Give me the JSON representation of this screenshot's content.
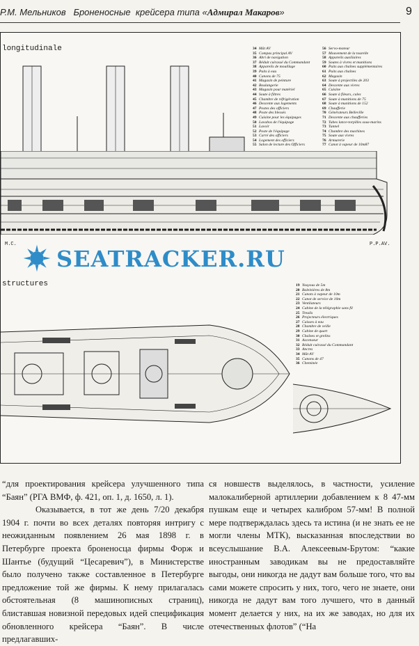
{
  "header": {
    "author_title": "Р.М. Мельников   Броненосные  крейсера типа «",
    "ship_name": "Адмирал Макаров",
    "close_quote": "»",
    "page_number": "9"
  },
  "figure": {
    "section1_label": "longitudinale",
    "section2_label": "structures",
    "ms_label": "M.C.",
    "bow_label": "P.P.AV.",
    "legend_profile_left": [
      {
        "n": "34",
        "t": "Mât AV"
      },
      {
        "n": "35",
        "t": "Compas principal AV"
      },
      {
        "n": "36",
        "t": "Abri de navigation"
      },
      {
        "n": "37",
        "t": "Réduit cuirassé du Commandant"
      },
      {
        "n": "38",
        "t": "Appareils de mouillage"
      },
      {
        "n": "39",
        "t": "Puits à eau"
      },
      {
        "n": "40",
        "t": "Canons de 75"
      },
      {
        "n": "41",
        "t": "Magasin de peinture"
      },
      {
        "n": "42",
        "t": "Boulangerie"
      },
      {
        "n": "43",
        "t": "Magasin pour matériel"
      },
      {
        "n": "44",
        "t": "Soute à filtres"
      },
      {
        "n": "45",
        "t": "Chambre de réfrigération"
      },
      {
        "n": "46",
        "t": "Descente aux logements"
      },
      {
        "n": "47",
        "t": "Postes des officiers"
      },
      {
        "n": "48",
        "t": "Poste des blessés"
      },
      {
        "n": "49",
        "t": "Cuisine pour les équipages"
      },
      {
        "n": "50",
        "t": "Lavabos de l'équipage"
      },
      {
        "n": "51",
        "t": "Lavoir"
      },
      {
        "n": "52",
        "t": "Poste de l'équipage"
      },
      {
        "n": "53",
        "t": "Carré des officiers"
      },
      {
        "n": "54",
        "t": "Logement des officiers"
      },
      {
        "n": "55",
        "t": "Salon de lecture des Officiers"
      }
    ],
    "legend_profile_right": [
      {
        "n": "56",
        "t": "Servo-moteur"
      },
      {
        "n": "57",
        "t": "Mouvement de la tourelle"
      },
      {
        "n": "58",
        "t": "Appareils auxiliaires"
      },
      {
        "n": "59",
        "t": "Soutes à vivres et munitions"
      },
      {
        "n": "60",
        "t": "Puits aux chaînes supplémentaires"
      },
      {
        "n": "61",
        "t": "Puits aux chaînes"
      },
      {
        "n": "62",
        "t": "Magasin"
      },
      {
        "n": "63",
        "t": "Soute à projectiles de 203"
      },
      {
        "n": "64",
        "t": "Descente aux vivres"
      },
      {
        "n": "65",
        "t": "Cuisine"
      },
      {
        "n": "66",
        "t": "Soute à fileurs, cales"
      },
      {
        "n": "67",
        "t": "Soute à munitions de 75"
      },
      {
        "n": "68",
        "t": "Soute à munitions de 152"
      },
      {
        "n": "69",
        "t": "Chaufferie"
      },
      {
        "n": "70",
        "t": "Générateurs Belleville"
      },
      {
        "n": "71",
        "t": "Descente aux chaufferies"
      },
      {
        "n": "72",
        "t": "Tubes lance-torpilles sous-marins"
      },
      {
        "n": "73",
        "t": "Tunnel"
      },
      {
        "n": "74",
        "t": "Chambre des machines"
      },
      {
        "n": "75",
        "t": "Soute aux vivres"
      },
      {
        "n": "76",
        "t": "Armurerie"
      },
      {
        "n": "77",
        "t": "Canot à vapeur de 10m87"
      }
    ],
    "legend_plan": [
      {
        "n": "19",
        "t": "Youyous de 5m"
      },
      {
        "n": "20",
        "t": "Baleinières de 8m"
      },
      {
        "n": "21",
        "t": "Canots à vapeur de 10m"
      },
      {
        "n": "22",
        "t": "Canot de service de 10m"
      },
      {
        "n": "23",
        "t": "Ventilateurs"
      },
      {
        "n": "24",
        "t": "Cabine de la télégraphie sans fil"
      },
      {
        "n": "25",
        "t": "Treuils"
      },
      {
        "n": "26",
        "t": "Projecteurs électriques"
      },
      {
        "n": "27",
        "t": "Caisses à eau"
      },
      {
        "n": "28",
        "t": "Chambre de veille"
      },
      {
        "n": "29",
        "t": "Cabine de quart"
      },
      {
        "n": "30",
        "t": "Chaînes et grelins"
      },
      {
        "n": "31",
        "t": "Ascenseur"
      },
      {
        "n": "32",
        "t": "Réduit cuirassé du Commandant"
      },
      {
        "n": "33",
        "t": "Ancres"
      },
      {
        "n": "34",
        "t": "Mât AV"
      },
      {
        "n": "35",
        "t": "Canons de 47"
      },
      {
        "n": "36",
        "t": "Cheminée"
      }
    ]
  },
  "text": {
    "left": [
      "“для проектирования крейсера улучшенного типа “Баян” (РГА ВМФ, ф. 421, оп. 1, д. 1650, л. 1).",
      "Оказывается, в тот же день 7/20 декабря 1904 г. почти во всех деталях повторяя интригу с неожиданным появлением 26 мая 1898 г. в Петербурге проекта броненосца фирмы Форж и Шантье (будущий “Цесаревич”), в Министерстве было получено также составленное в Петербурге предложение той же фирмы. К нему прилагалась обстоятельная (8 машинописных страниц), блиставшая новизной передовых идей спецификация обновленного крейсера “Баян”. В числе предлагавших-"
    ],
    "right": "ся новшеств выделялось, в частности, усиление малокалиберной артиллерии добавлением к 8  47-мм пушкам еще и четырех калибром 57-мм! В полной мере подтверждалась здесь та истина (и не знать ее не могли члены МТК), высказанная впоследствии во всеуслышание В.А. Алексеевым-Брутом: “какие иностранным заводикам вы не предоставляйте выгоды, они никогда не дадут вам больше того, что вы сами можете спросить у них, того, чего не знаете, они никогда не дадут вам того лучшего, что в данный момент делается у них, на их же заводах, но для их отечественных флотов” (“На"
  },
  "watermark": "SEATRACKER.RU",
  "colors": {
    "watermark": "#2e8cc8",
    "paper": "#f5f3ee",
    "ink": "#1a1a1a"
  }
}
